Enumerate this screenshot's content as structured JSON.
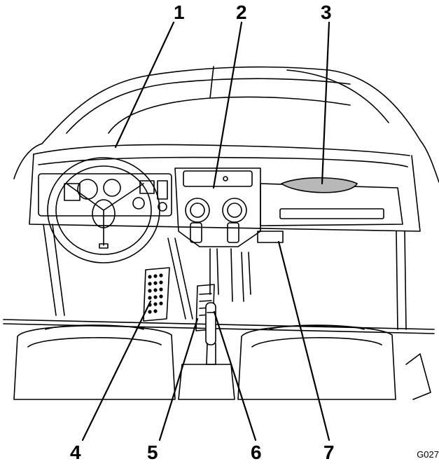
{
  "figure": {
    "code": "G027"
  },
  "callouts": [
    {
      "id": "1",
      "label": "1"
    },
    {
      "id": "2",
      "label": "2"
    },
    {
      "id": "3",
      "label": "3"
    },
    {
      "id": "4",
      "label": "4"
    },
    {
      "id": "5",
      "label": "5"
    },
    {
      "id": "6",
      "label": "6"
    },
    {
      "id": "7",
      "label": "7"
    }
  ],
  "colors": {
    "line": "#000000",
    "background": "#ffffff",
    "highlight": "#b8b8b8"
  }
}
